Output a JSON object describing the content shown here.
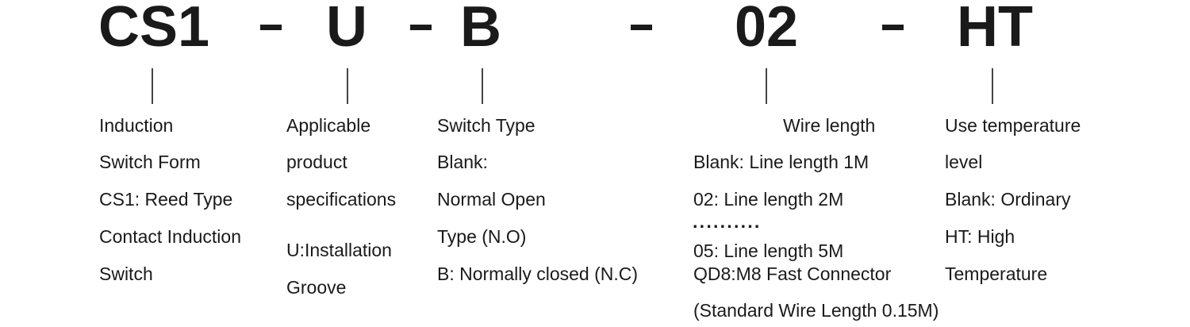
{
  "code_parts": {
    "form": "CS1",
    "spec": "U",
    "switch": "B",
    "wire": "02",
    "temp": "HT"
  },
  "sections": {
    "induction": {
      "lines": [
        "Induction",
        "Switch Form",
        "CS1: Reed Type",
        "Contact Induction",
        "Switch"
      ]
    },
    "product": {
      "lines": [
        "Applicable",
        "product",
        "specifications",
        "U:Installation",
        "Groove"
      ]
    },
    "switch_type": {
      "lines": [
        "Switch Type",
        "Blank:",
        "Normal Open",
        "Type  (N.O)",
        "B: Normally closed (N.C)"
      ]
    },
    "wire": {
      "title": "Wire length",
      "lines": [
        "Blank: Line length 1M",
        "02: Line length 2M",
        "··········",
        "05: Line length 5M",
        "QD8:M8 Fast Connector",
        "(Standard Wire Length 0.15M)"
      ]
    },
    "temperature": {
      "lines": [
        "Use temperature",
        "level",
        "Blank: Ordinary",
        "HT: High",
        "Temperature"
      ]
    }
  }
}
